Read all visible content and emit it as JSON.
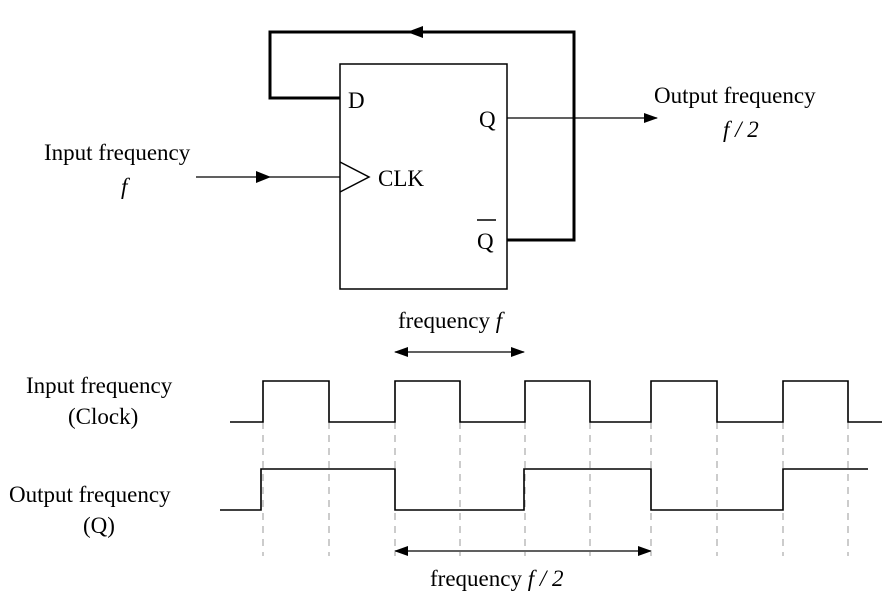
{
  "circuit": {
    "d_label": "D",
    "q_label": "Q",
    "qbar_label": "Q",
    "clk_label": "CLK",
    "input_title": "Input frequency",
    "input_symbol": "f",
    "output_title": "Output frequency",
    "output_symbol": "f / 2"
  },
  "timing": {
    "clock_label_line1": "Input frequency",
    "clock_label_line2": "(Clock)",
    "q_label_line1": "Output frequency",
    "q_label_line2": "(Q)",
    "clock_period_text": "frequency",
    "clock_period_symbol": "f",
    "q_period_text": "frequency",
    "q_period_symbol": "f / 2",
    "clock_levels": [
      0,
      1,
      0,
      1,
      0,
      1,
      0,
      1,
      0,
      1,
      0
    ],
    "q_levels": [
      0,
      1,
      0,
      1,
      0,
      1
    ]
  }
}
